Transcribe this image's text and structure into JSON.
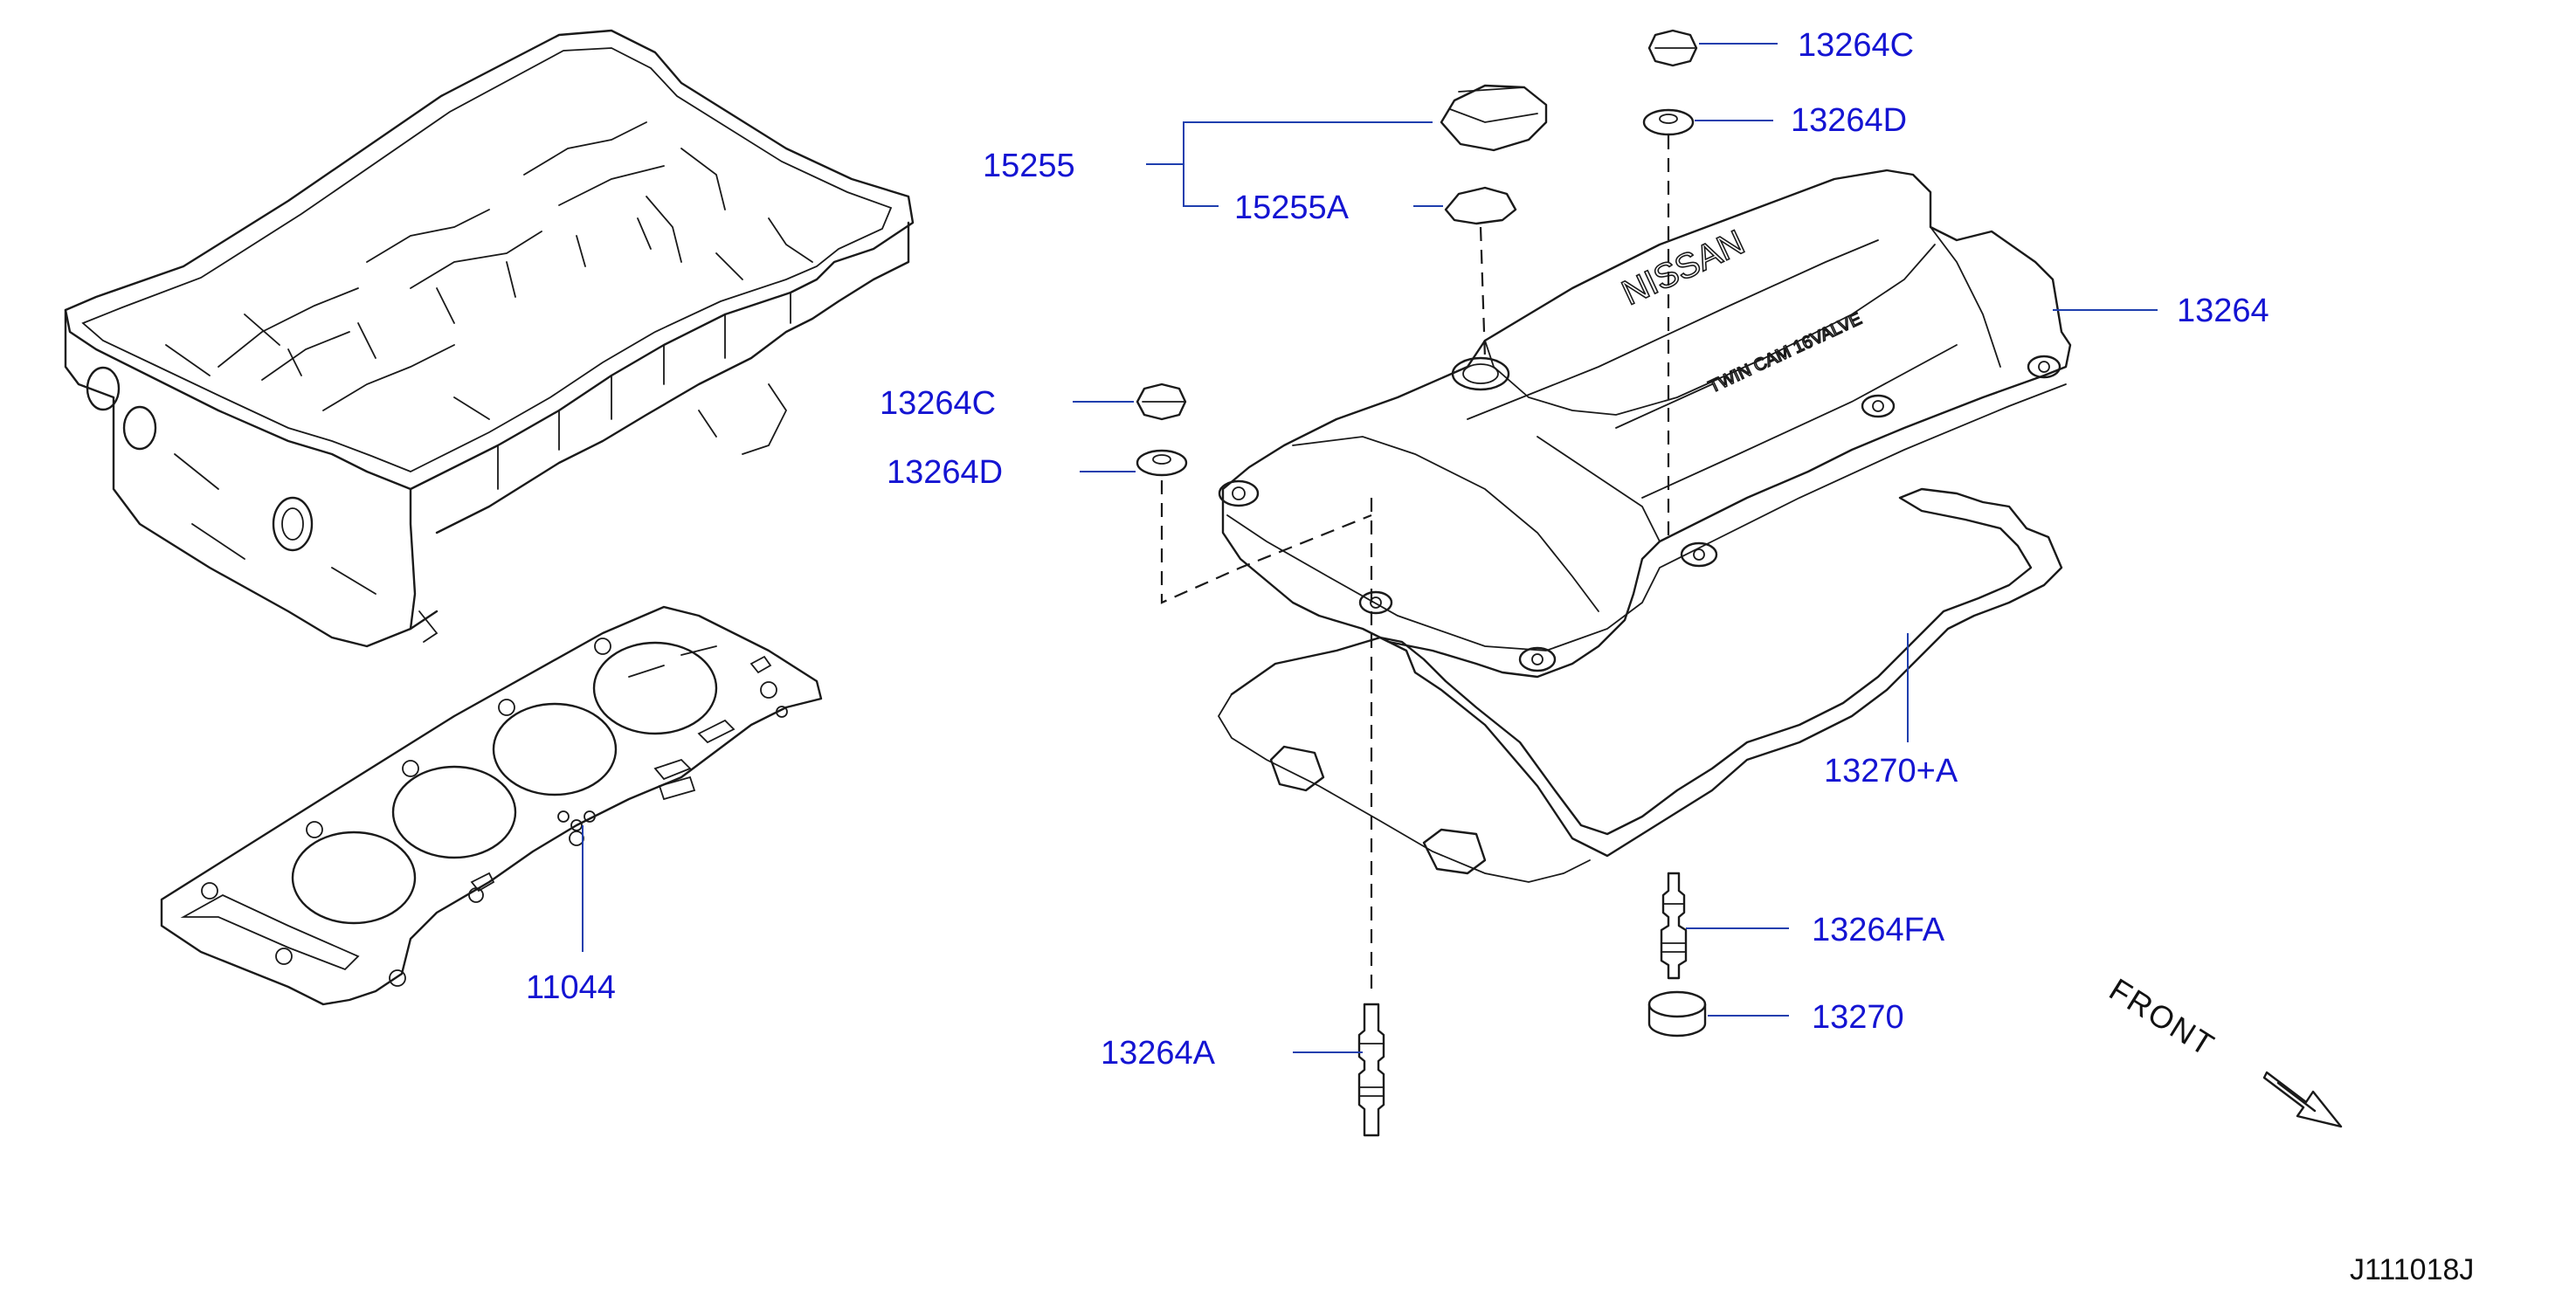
{
  "diagram": {
    "labels": {
      "p15255": "15255",
      "p15255A": "15255A",
      "p13264C_top": "13264C",
      "p13264D_top": "13264D",
      "p13264": "13264",
      "p13264C_left": "13264C",
      "p13264D_left": "13264D",
      "p13270A": "13270+A",
      "p13264FA": "13264FA",
      "p13270": "13270",
      "p13264A": "13264A",
      "p11044": "11044"
    },
    "front_label": "FRONT",
    "diagram_code": "J111018J",
    "emboss": {
      "brand": "NISSAN",
      "cover_text": "TWIN CAM 16VALVE"
    },
    "colors": {
      "label": "#1414d2",
      "leader": "#1f3fae",
      "lines": "#1a1a1a"
    }
  }
}
